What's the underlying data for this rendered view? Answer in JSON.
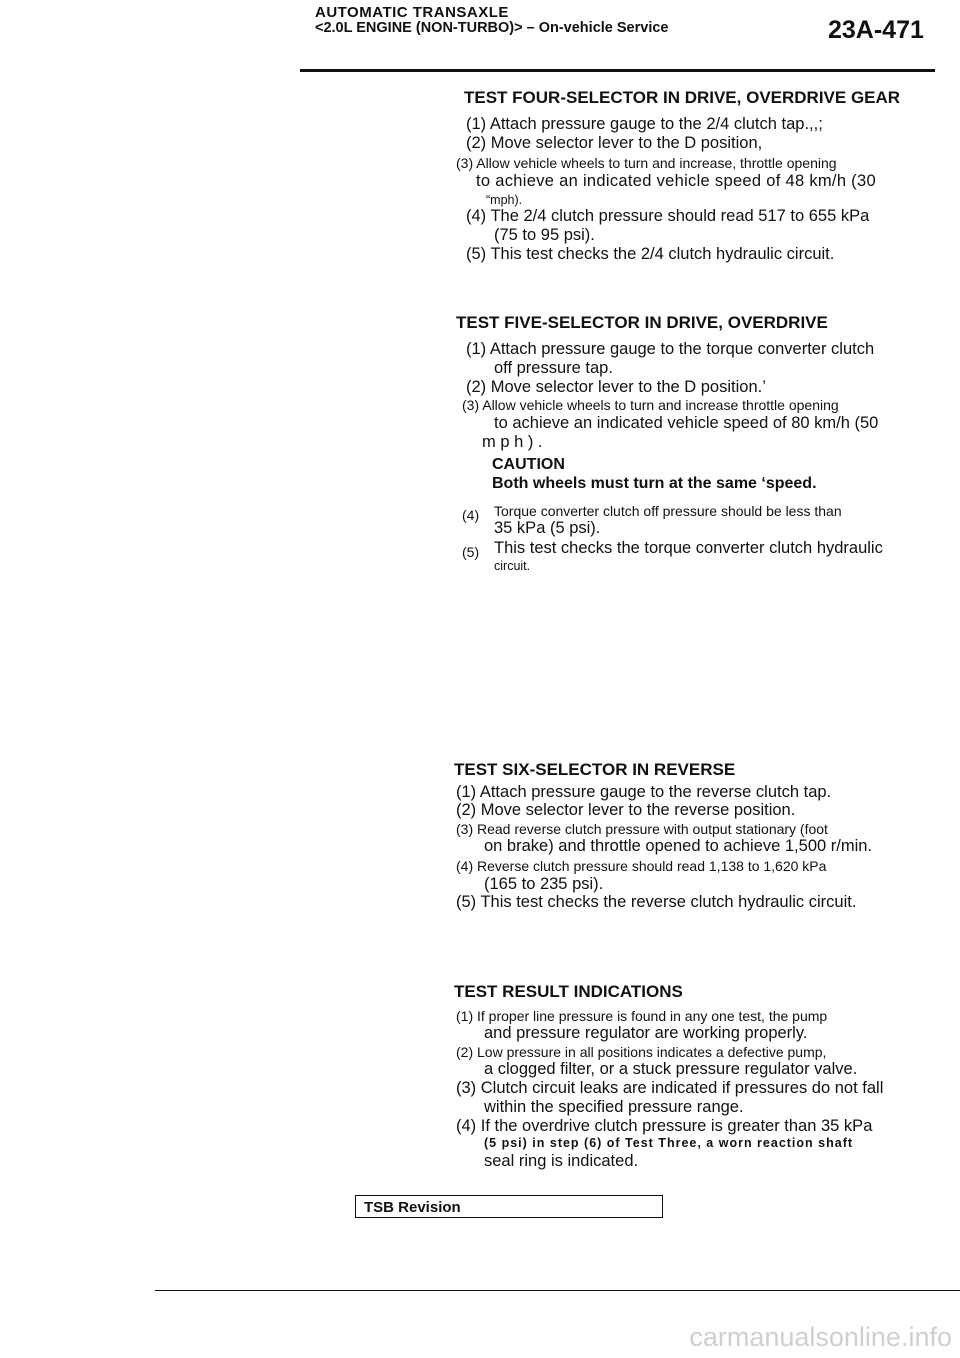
{
  "header": {
    "section": "AUTOMATIC TRANSAXLE",
    "subtitle": "<2.0L ENGINE (NON-TURBO)> – On-vehicle Service",
    "page_number": "23A-471"
  },
  "test4": {
    "title": "TEST FOUR-SELECTOR IN DRIVE, OVERDRIVE GEAR",
    "l1": "(1) Attach pressure gauge to the 2/4 clutch tap.,,;",
    "l2": "(2) Move selector lever to the D position,",
    "l3": "(3) Allow vehicle wheels to turn and increase, throttle opening",
    "l4": "to achieve an indicated vehicle speed of 48 km/h (30",
    "l5": "“mph).",
    "l6": "(4) The 2/4 clutch pressure should read 517 to 655 kPa",
    "l7": "(75 to 95 psi).",
    "l8": "(5) This test checks the 2/4 clutch hydraulic circuit."
  },
  "test5": {
    "title": "TEST FIVE-SELECTOR IN DRIVE, OVERDRIVE",
    "l1": "(1) Attach pressure gauge to the torque converter clutch",
    "l2": "off pressure tap.",
    "l3": "(2) Move selector lever to the D position.’",
    "l4": "(3) Allow vehicle wheels to turn and increase throttle opening",
    "l5": "to achieve an indicated vehicle speed of 80 km/h (50",
    "l6": "m p h ) .",
    "caution": "CAUTION",
    "caution_text": "Both wheels must turn at the same ‘speed.",
    "n4": "(4)",
    "l7": "Torque converter clutch off pressure should be less than",
    "l8": "35 kPa (5 psi).",
    "n5": "(5)",
    "l9": "This test checks the torque converter clutch hydraulic",
    "l10": "circuit."
  },
  "test6": {
    "title": "TEST SIX-SELECTOR IN REVERSE",
    "l1": "(1) Attach pressure gauge to the reverse clutch tap.",
    "l2": "(2) Move selector lever to the reverse position.",
    "l3": "(3) Read reverse clutch pressure with output stationary (foot",
    "l4": "on brake) and throttle opened to achieve 1,500 r/min.",
    "l5": "(4) Reverse clutch pressure should read 1,138 to 1,620 kPa",
    "l6": "(165 to 235 psi).",
    "l7": "(5) This test checks the reverse clutch hydraulic circuit."
  },
  "results": {
    "title": "TEST RESULT INDICATIONS",
    "l1": "(1) If proper line pressure is found in any one test, the pump",
    "l2": "and pressure regulator are working properly.",
    "l3": "(2) Low pressure in all positions indicates a defective pump,",
    "l4": "a clogged filter, or a stuck pressure regulator valve.",
    "l5": "(3) Clutch circuit leaks are indicated if pressures do not fall",
    "l6": "within the specified pressure range.",
    "l7": "(4) If the overdrive clutch pressure is greater than 35 kPa",
    "l8": "(5 psi) in step (6) of Test Three, a worn reaction shaft",
    "l9": "seal ring is indicated."
  },
  "footer": {
    "tsb": "TSB Revision",
    "watermark": "carmanualsonline.info"
  }
}
